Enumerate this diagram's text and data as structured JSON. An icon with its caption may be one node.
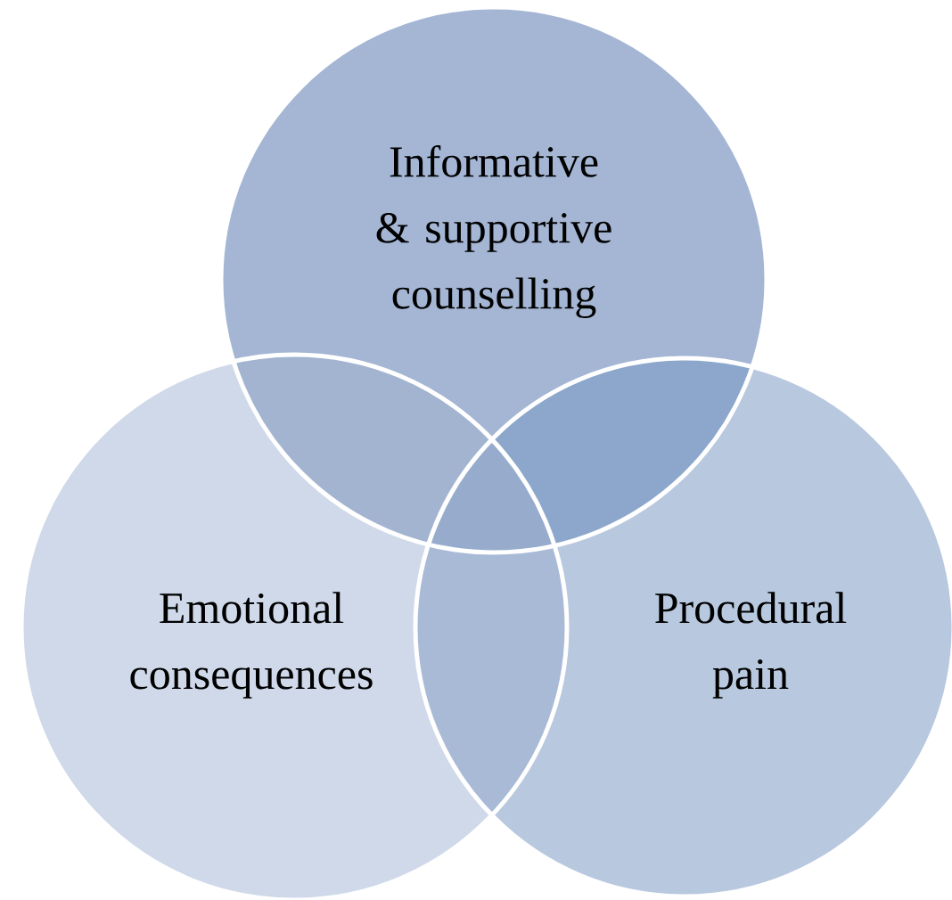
{
  "diagram": {
    "nodes": [
      {
        "text": [
          "Informative & supportive counselling"
        ]
      },
      {
        "text": [
          "Emotional consequences"
        ]
      },
      {
        "text": [
          "Procedural pain"
        ]
      }
    ],
    "edges": []
  }
}
